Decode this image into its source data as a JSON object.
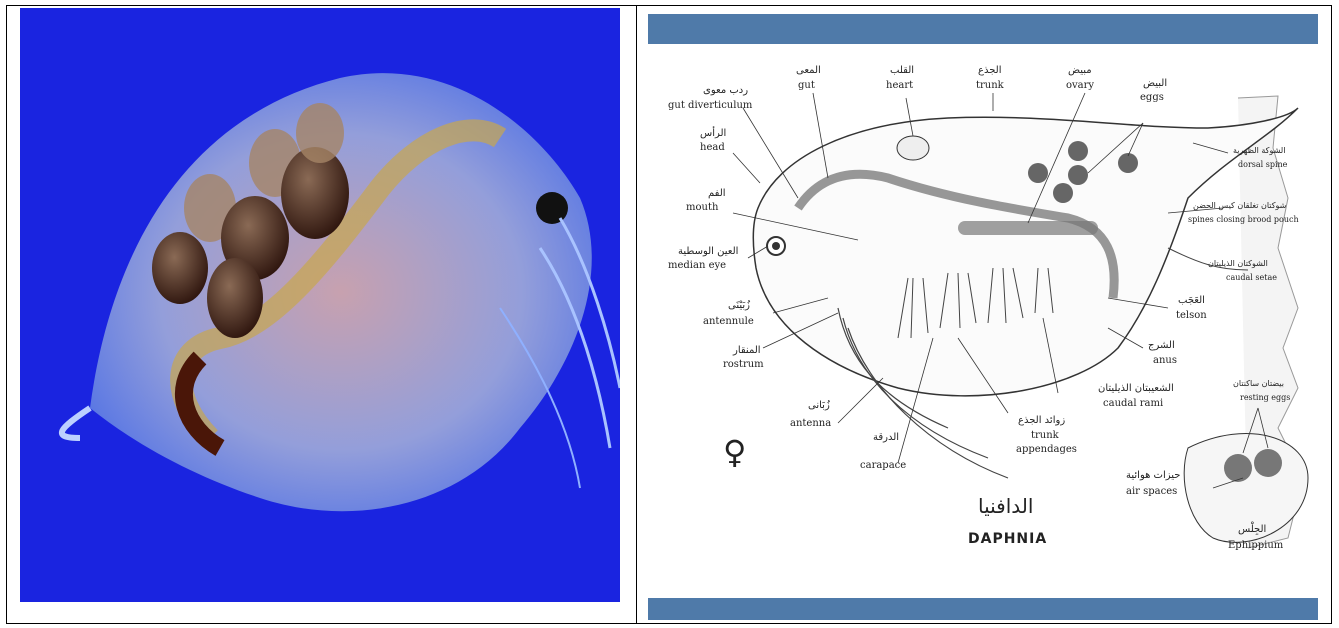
{
  "photo": {
    "description_icon": "daphnia-photo"
  },
  "diagram": {
    "title_ar": "الدافنيا",
    "title_en": "DAPHNIA",
    "female_symbol": "♀",
    "labels": {
      "gut_diverticulum_ar": "ردب معوى",
      "gut_diverticulum_en": "gut diverticulum",
      "gut_ar": "المعى",
      "gut_en": "gut",
      "heart_ar": "القلب",
      "heart_en": "heart",
      "trunk_ar": "الجذع",
      "trunk_en": "trunk",
      "ovary_ar": "مبيض",
      "ovary_en": "ovary",
      "eggs_ar": "البيض",
      "eggs_en": "eggs",
      "head_ar": "الرأس",
      "head_en": "head",
      "mouth_ar": "الفم",
      "mouth_en": "mouth",
      "median_eye_ar": "العين الوسطية",
      "median_eye_en": "median eye",
      "antennule_ar": "زُبَيْنَى",
      "antennule_en": "antennule",
      "rostrum_ar": "المنقار",
      "rostrum_en": "rostrum",
      "antenna_ar": "زُبَانى",
      "antenna_en": "antenna",
      "carapace_ar": "الدرقة",
      "carapace_en": "carapace",
      "trunk_appendages_ar": "زوائد الجذع",
      "trunk_appendages_en1": "trunk",
      "trunk_appendages_en2": "appendages",
      "caudal_rami_ar": "الشعيبتان الذيليتان",
      "caudal_rami_en": "caudal rami",
      "anus_ar": "الشرج",
      "anus_en": "anus",
      "telson_ar": "العَجَب",
      "telson_en": "telson",
      "caudal_setae_ar": "الشوكتان الذيليتان",
      "caudal_setae_en": "caudal setae",
      "spines_ar": "شوكتان تغلقان كيس الحضن",
      "spines_en": "spines closing brood pouch",
      "dorsal_spine_ar": "الشوكة الظهرية",
      "dorsal_spine_en": "dorsal spine",
      "resting_eggs_ar": "بيضتان ساكنتان",
      "resting_eggs_en": "resting eggs",
      "air_spaces_ar": "حيزات هوائية",
      "air_spaces_en": "air spaces",
      "ephippium_ar": "الجِلْس",
      "ephippium_en": "Ephippium"
    }
  }
}
